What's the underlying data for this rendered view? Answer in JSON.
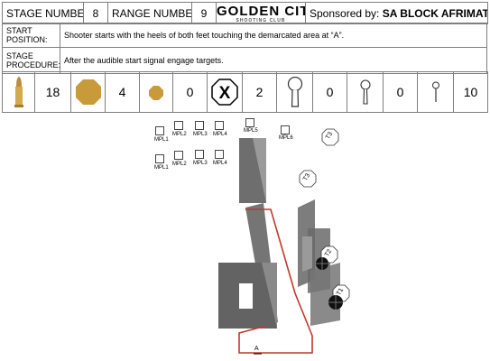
{
  "header": {
    "stage_label": "STAGE NUMBER:",
    "stage_value": "8",
    "range_label": "RANGE NUMBER:",
    "range_value": "9",
    "club_main": "GOLDEN CITY",
    "club_sub": "SHOOTING CLUB",
    "sponsor_prefix": "Sponsored by:",
    "sponsor_name": "SA BLOCK AFRIMAT"
  },
  "description": {
    "start_position_label": "START POSITION:",
    "start_position_text": "Shooter starts with the heels of both feet touching the demarcated area at “A”.",
    "procedure_label": "STAGE PROCEDURE:",
    "procedure_text": "After the audible start signal engage targets."
  },
  "targets_row": [
    {
      "icon": "rifle-cartridge-icon",
      "count": "18"
    },
    {
      "icon": "large-octagon-target-icon",
      "count": "4"
    },
    {
      "icon": "small-octagon-target-icon",
      "count": "0"
    },
    {
      "icon": "no-shoot-x-target-icon",
      "count": "2"
    },
    {
      "icon": "large-popper-icon",
      "count": "0"
    },
    {
      "icon": "medium-popper-icon",
      "count": "0"
    },
    {
      "icon": "small-popper-icon",
      "count": "10"
    }
  ],
  "stage": {
    "mpl_row1": [
      "MPL1",
      "MPL2",
      "MPL3",
      "MPL4",
      "MPL5",
      "MPL6"
    ],
    "mpl_row2": [
      "MPL1",
      "MPL2",
      "MPL3",
      "MPL4"
    ],
    "target_labels": [
      "T3",
      "T3",
      "T2",
      "T1"
    ],
    "start_marker": "A"
  },
  "colors": {
    "target_gold": "#c89a3a",
    "wall_gray": "#595959",
    "fault_line_red": "#c0392b",
    "border_gray": "#7f7f7f"
  }
}
